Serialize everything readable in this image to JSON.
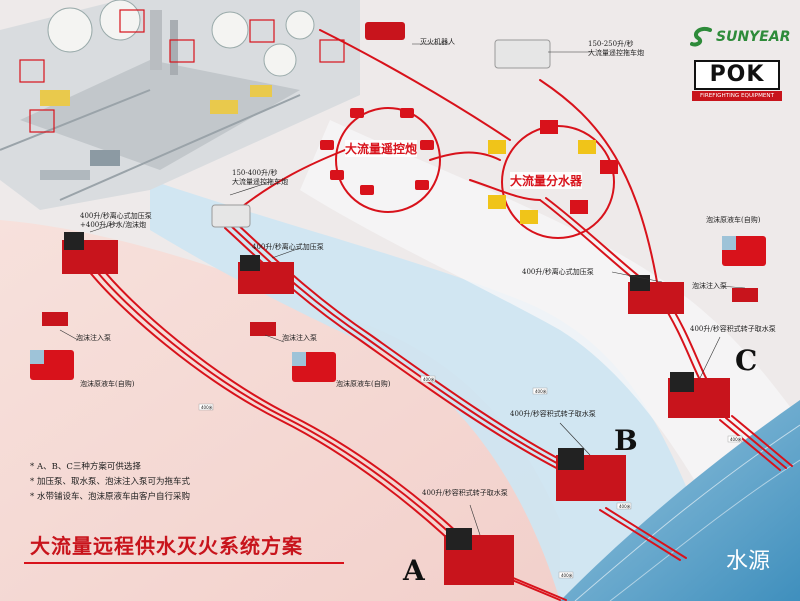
{
  "brand": {
    "sunyear": "SUNYEAR",
    "pok_mark": "POK",
    "pok_tagline": "FIREFIGHTING EQUIPMENT"
  },
  "equipment": {
    "robot": "灭火机器人",
    "trailer_monitor_small": {
      "line1": "150-250升/秒",
      "line2": "大流量遥控拖车炮"
    },
    "trailer_monitor_large": {
      "line1": "150-400升/秒",
      "line2": "大流量遥控拖车炮"
    },
    "remote_monitor_group": "大流量遥控炮",
    "distributor_group": "大流量分水器",
    "booster_a": {
      "line1": "400升/秒离心式加压泵",
      "line2": "+400升/秒水/泡沫炮"
    },
    "foam_injection_a": "泡沫注入泵",
    "foam_truck_a": "泡沫原液车(自购)",
    "booster_b": "400升/秒离心式加压泵",
    "foam_injection_b": "泡沫注入泵",
    "foam_truck_b": "泡沫原液车(自购)",
    "booster_c": "400升/秒离心式加压泵",
    "foam_injection_c": "泡沫注入泵",
    "foam_truck_c": "泡沫原液车(自购)",
    "intake_pump_a": "400升/秒容积式转子取水泵",
    "intake_pump_b": "400升/秒容积式转子取水泵",
    "intake_pump_c": "400升/秒容积式转子取水泵"
  },
  "hose_distance": "400米",
  "schemes": [
    "A",
    "B",
    "C"
  ],
  "notes": [
    "* A、B、C三种方案可供选择",
    "* 加压泵、取水泵、泡沫注入泵可为拖车式",
    "* 水带铺设车、泡沫原液车由客户自行采购"
  ],
  "title": "大流量远程供水灭火系统方案",
  "water_source": "水源",
  "colors": {
    "accent": "#d8121b",
    "water": "#7fb6d8",
    "band_blue": "#cfe6f4",
    "band_pink": "#f4dcd8"
  }
}
